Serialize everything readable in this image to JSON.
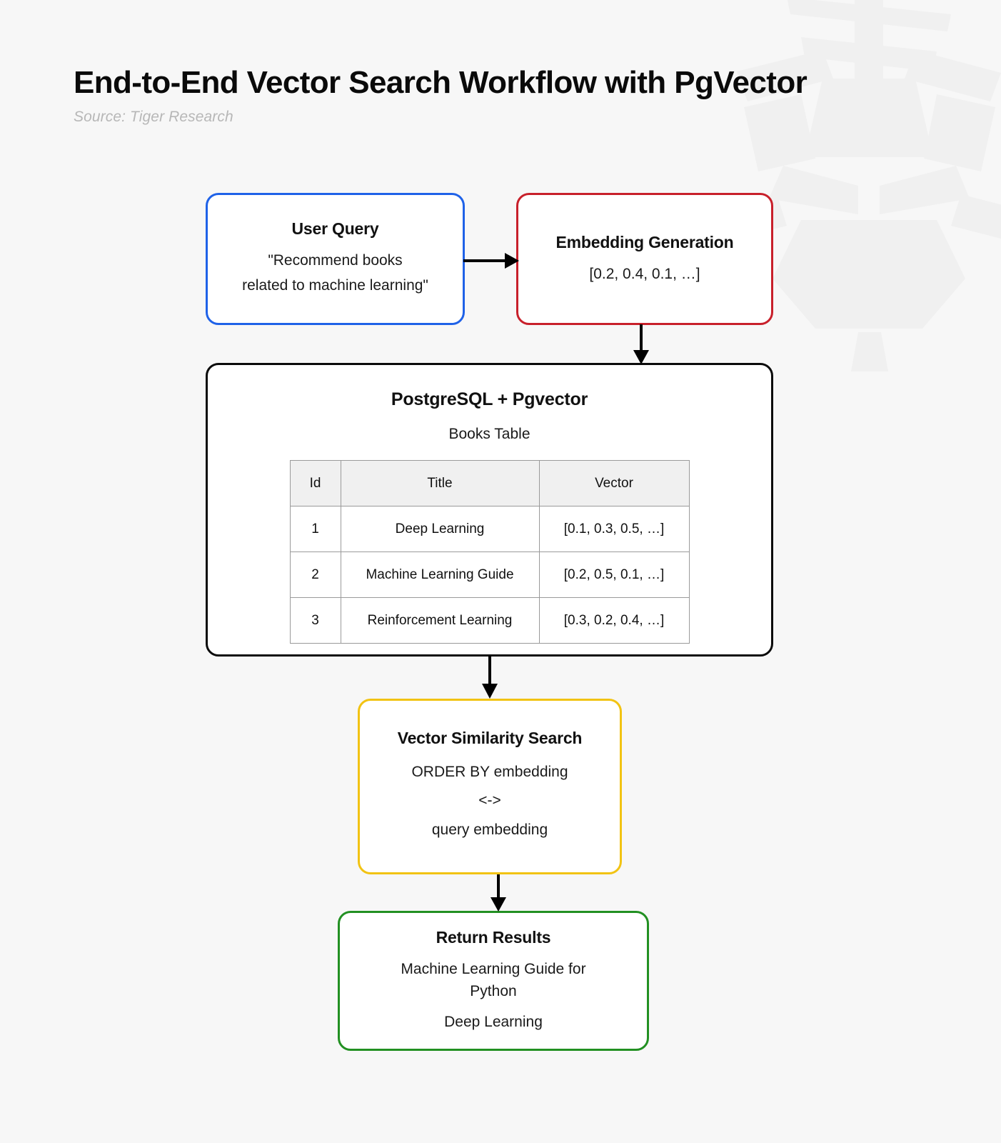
{
  "header": {
    "title": "End-to-End Vector Search Workflow with PgVector",
    "subtitle": "Source: Tiger Research"
  },
  "colors": {
    "background": "#f7f7f7",
    "user_query_border": "#1f62e8",
    "embedding_border": "#c8202b",
    "postgres_border": "#0b0b0b",
    "vector_search_border": "#f2c313",
    "return_results_border": "#229022",
    "table_header_fill": "#f0f0f0",
    "table_border": "#9a9a9a",
    "subtitle_text": "#b7b7b7",
    "arrow": "#000000"
  },
  "nodes": {
    "user_query": {
      "title": "User Query",
      "line1": "\"Recommend books",
      "line2": "related to machine learning\""
    },
    "embedding_generation": {
      "title": "Embedding Generation",
      "vector": "[0.2, 0.4, 0.1, …]"
    },
    "postgres": {
      "title": "PostgreSQL + Pgvector",
      "subtitle": "Books Table",
      "table": {
        "columns": [
          "Id",
          "Title",
          "Vector"
        ],
        "rows": [
          {
            "id": "1",
            "title": "Deep Learning",
            "vector": "[0.1, 0.3, 0.5, …]"
          },
          {
            "id": "2",
            "title": "Machine Learning Guide",
            "vector": "[0.2, 0.5, 0.1, …]"
          },
          {
            "id": "3",
            "title": "Reinforcement Learning",
            "vector": "[0.3, 0.2, 0.4, …]"
          }
        ]
      }
    },
    "vector_similarity_search": {
      "title": "Vector Similarity Search",
      "line1": "ORDER BY embedding",
      "line2": "<->",
      "line3": "query embedding"
    },
    "return_results": {
      "title": "Return Results",
      "line1": "Machine Learning Guide for Python",
      "line2": "Deep Learning"
    }
  },
  "edges": [
    {
      "name": "user-query-to-embedding",
      "from": "user_query",
      "to": "embedding_generation",
      "direction": "right"
    },
    {
      "name": "embedding-to-postgres",
      "from": "embedding_generation",
      "to": "postgres",
      "direction": "down"
    },
    {
      "name": "postgres-to-vector-search",
      "from": "postgres",
      "to": "vector_similarity_search",
      "direction": "down"
    },
    {
      "name": "vector-search-to-return-results",
      "from": "vector_similarity_search",
      "to": "return_results",
      "direction": "down"
    }
  ]
}
